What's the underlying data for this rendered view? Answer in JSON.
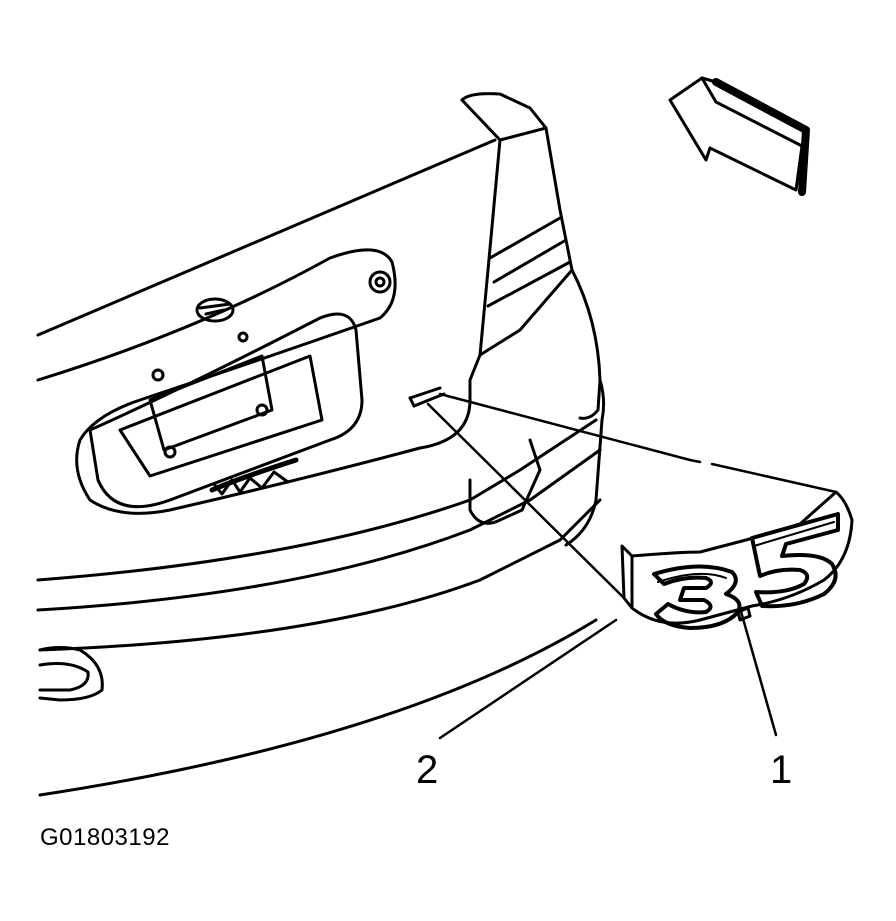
{
  "figure": {
    "id_label": "G01803192",
    "callouts": [
      "1",
      "2"
    ],
    "direction_arrow": "arrow-icon",
    "badge_text": "3.5",
    "line_color": "#000000",
    "background": "#ffffff"
  }
}
